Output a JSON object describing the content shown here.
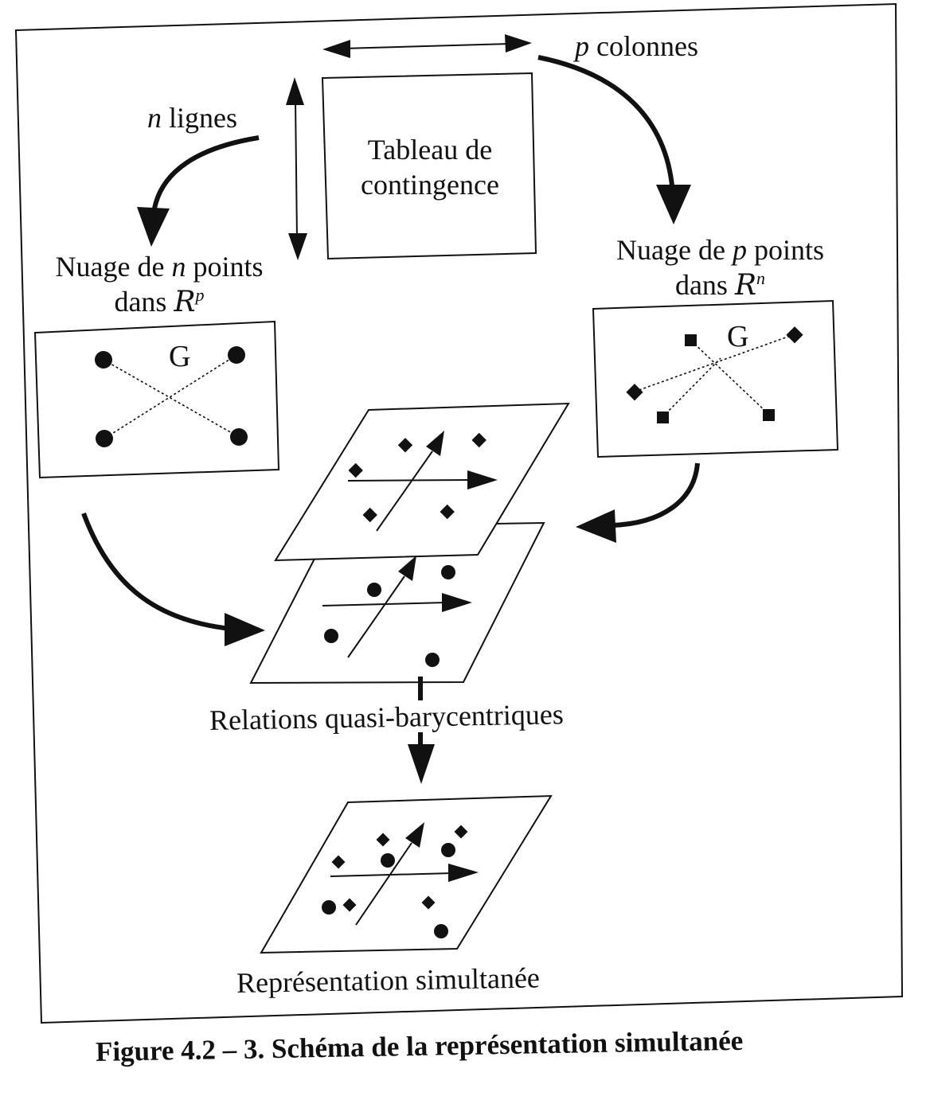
{
  "labels": {
    "table": [
      "Tableau de",
      "contingence"
    ],
    "columns": {
      "var": "p",
      "text": "colonnes"
    },
    "rows": {
      "var": "n",
      "text": "lignes"
    },
    "cloud_rows": {
      "line1_a": "Nuage de",
      "var": "n",
      "line1_b": "points",
      "line2": "dans",
      "space": "R",
      "exp": "p"
    },
    "cloud_cols": {
      "line1_a": "Nuage de",
      "var": "p",
      "line1_b": "points",
      "line2": "dans",
      "space": "R",
      "exp": "n"
    },
    "centroid": "G",
    "relations": "Relations quasi-barycentriques",
    "simultaneous": "Représentation simultanée"
  },
  "caption": "Figure  4.2 – 3. Schéma de la représentation simultanée"
}
